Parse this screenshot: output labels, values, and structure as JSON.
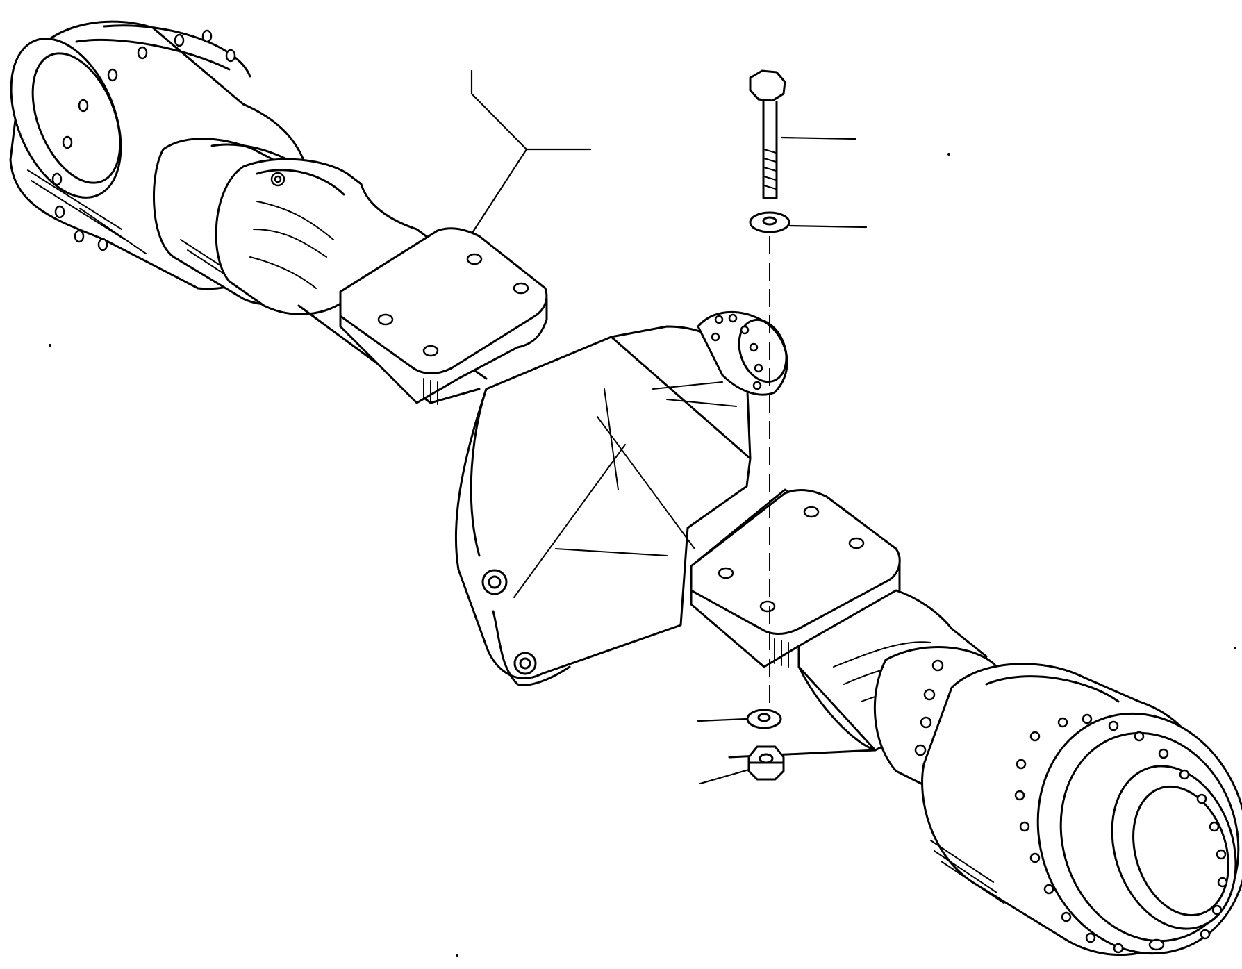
{
  "diagram": {
    "type": "exploded-parts-view",
    "subject": "axle assembly",
    "style": {
      "line_color": "#000000",
      "background": "#ffffff"
    },
    "parts": [
      {
        "id": "axle-housing",
        "callout_label": ""
      },
      {
        "id": "bolt",
        "callout_label": ""
      },
      {
        "id": "flat-washer",
        "callout_label": ""
      },
      {
        "id": "lock-washer",
        "callout_label": ""
      },
      {
        "id": "hex-nut",
        "callout_label": ""
      }
    ]
  }
}
